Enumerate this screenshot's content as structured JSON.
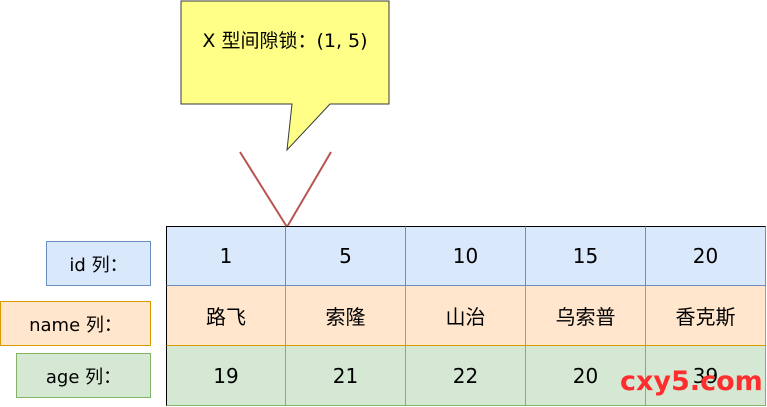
{
  "callout": {
    "text": "X 型间隙锁：(1, 5)"
  },
  "row_labels": {
    "id": "id 列：",
    "name": "name 列：",
    "age": "age 列："
  },
  "table": {
    "id": [
      "1",
      "5",
      "10",
      "15",
      "20"
    ],
    "name": [
      "路飞",
      "索隆",
      "山治",
      "乌索普",
      "香克斯"
    ],
    "age": [
      "19",
      "21",
      "22",
      "20",
      "39"
    ]
  },
  "watermark": "cxy5.com",
  "colors": {
    "id_fill": "#dae8fc",
    "name_fill": "#ffe6cc",
    "age_fill": "#d5e8d4",
    "callout_fill": "#ffff88",
    "gap_marker": "#b85450",
    "watermark": "#ff2d2d"
  }
}
